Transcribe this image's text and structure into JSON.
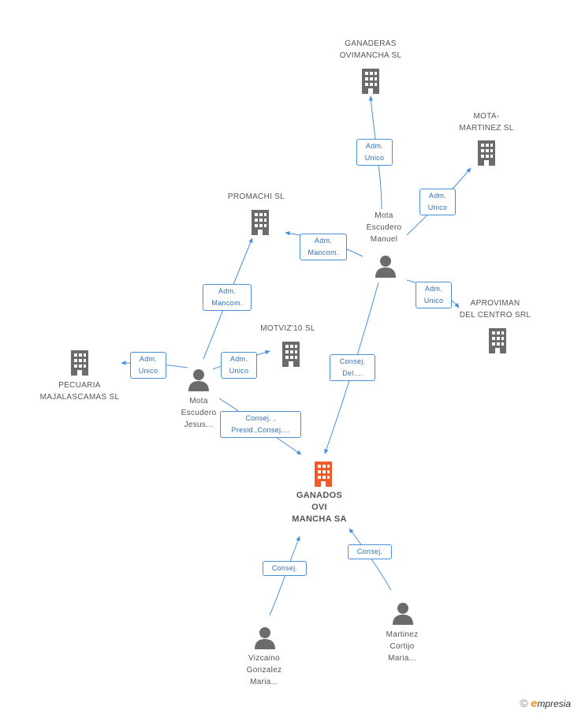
{
  "nodes": {
    "ganaderas": {
      "label": "GANADERAS\nOVIMANCHA SL",
      "kind": "company"
    },
    "mota_martinez": {
      "label": "MOTA-\nMARTINEZ SL",
      "kind": "company"
    },
    "promachi": {
      "label": "PROMACHI SL",
      "kind": "company"
    },
    "mota_manuel": {
      "label": "Mota\nEscudero\nManuel",
      "kind": "person"
    },
    "motviz": {
      "label": "MOTVIZ'10 SL",
      "kind": "company"
    },
    "aproviman": {
      "label": "APROVIMAN\nDEL CENTRO SRL",
      "kind": "company"
    },
    "pecuaria": {
      "label": "PECUARIA\nMAJALASCAMAS SL",
      "kind": "company"
    },
    "mota_jesus": {
      "label": "Mota\nEscudero\nJesus...",
      "kind": "person"
    },
    "ganados": {
      "label": "GANADOS\nOVI\nMANCHA SA",
      "kind": "company-main"
    },
    "vizcaino": {
      "label": "Vizcaino\nGonzalez\nMaria...",
      "kind": "person"
    },
    "martinez": {
      "label": "Martinez\nCortijo\nMaria...",
      "kind": "person"
    }
  },
  "edges": {
    "e1": {
      "label": "Adm.\nUnico"
    },
    "e2": {
      "label": "Adm.\nUnico"
    },
    "e3": {
      "label": "Adm.\nMancom."
    },
    "e4": {
      "label": "Adm.\nUnico"
    },
    "e5": {
      "label": "Consej.\nDel...."
    },
    "e6": {
      "label": "Adm.\nMancom."
    },
    "e7": {
      "label": "Adm.\nUnico"
    },
    "e8": {
      "label": "Adm.\nUnico"
    },
    "e9": {
      "label": "Consej. ,\nPresid.,Consej...."
    },
    "e10": {
      "label": "Consej."
    },
    "e11": {
      "label": "Consej."
    }
  },
  "colors": {
    "company": "#6b6b6b",
    "company_main": "#f05a28",
    "person": "#6b6b6b",
    "edge": "#4a8fd8"
  },
  "brand": {
    "copyright": "©",
    "initial": "e",
    "name": "mpresia"
  }
}
